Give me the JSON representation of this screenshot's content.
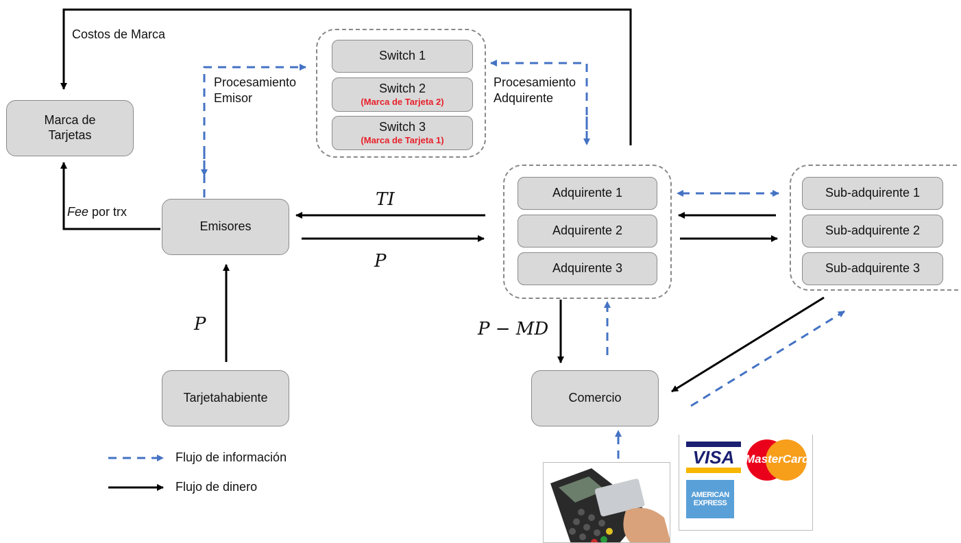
{
  "labels": {
    "costos_marca": "Costos de Marca",
    "proc_emisor_1": "Procesamiento",
    "proc_emisor_2": "Emisor",
    "proc_adq_1": "Procesamiento",
    "proc_adq_2": "Adquirente",
    "fee_italic": "Fee",
    "fee_rest": " por trx",
    "math_ti": "TI",
    "math_p_top": "P",
    "math_p_left": "P",
    "math_p_md": "P − MD"
  },
  "nodes": {
    "marca": "Marca de Tarjetas",
    "emisores": "Emisores",
    "tarjetahabiente": "Tarjetahabiente",
    "comercio": "Comercio"
  },
  "switches": [
    {
      "label": "Switch 1",
      "sub": ""
    },
    {
      "label": "Switch 2",
      "sub": "(Marca de Tarjeta 2)"
    },
    {
      "label": "Switch 3",
      "sub": "(Marca de Tarjeta 1)"
    }
  ],
  "adquirentes": [
    "Adquirente 1",
    "Adquirente 2",
    "Adquirente 3"
  ],
  "subadquirentes": [
    "Sub-adquirente 1",
    "Sub-adquirente 2",
    "Sub-adquirente 3"
  ],
  "legend": {
    "info": "Flujo de información",
    "money": "Flujo de dinero"
  },
  "cards": {
    "visa": "VISA",
    "mastercard": "MasterCard",
    "amex_1": "AMERICAN",
    "amex_2": "EXPRESS"
  },
  "colors": {
    "info_flow": "#4472c4",
    "money_flow": "#000000",
    "node_fill": "#d9d9d9",
    "highlight_text": "#e8202a"
  }
}
